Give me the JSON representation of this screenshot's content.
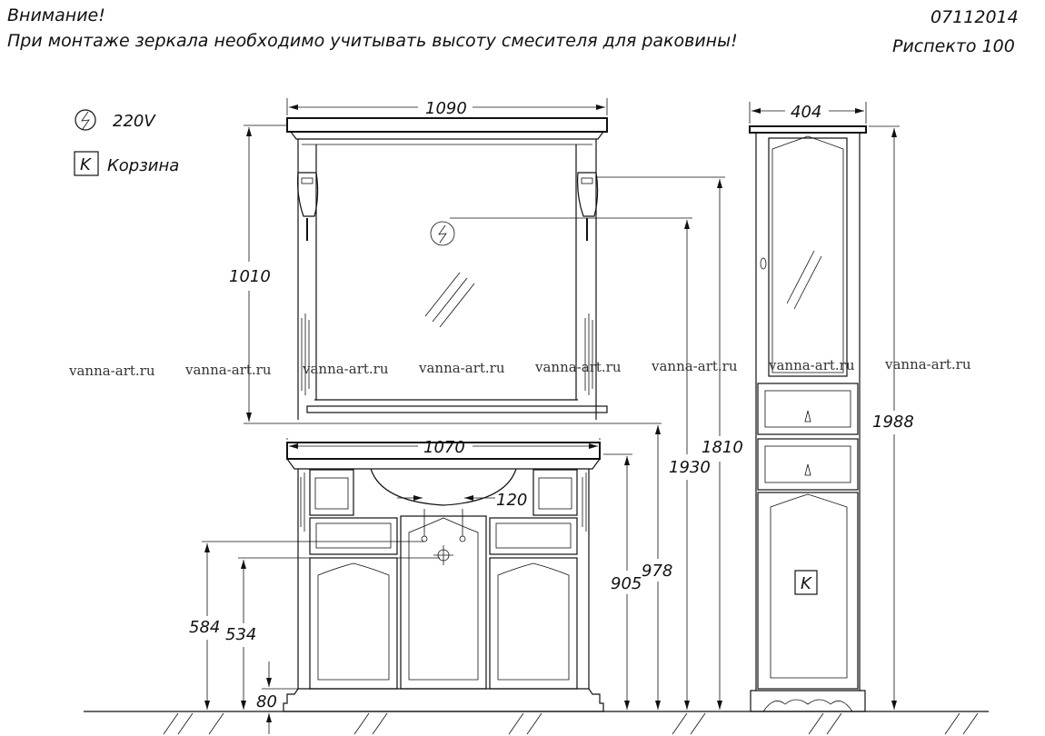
{
  "header": {
    "warning_title": "Внимание!",
    "warning_text": "При монтаже зеркала необходимо учитывать высоту смесителя для раковины!",
    "doc_code": "07112014",
    "model_name": "Риспекто   100"
  },
  "legend": {
    "power_label": "220V",
    "basket_symbol": "K",
    "basket_label": "Корзина"
  },
  "watermarks": [
    "vanna-art.ru",
    "vanna-art.ru",
    "vanna-art.ru",
    "vanna-art.ru",
    "vanna-art.ru",
    "vanna-art.ru",
    "vanna-art.ru",
    "vanna-art.ru"
  ],
  "dimensions": {
    "mirror_width": "1090",
    "mirror_height": "1010",
    "cabinet_width": "404",
    "cabinet_height": "1988",
    "vanity_width": "1070",
    "tap_spacing": "120",
    "height_1810": "1810",
    "height_1930": "1930",
    "height_978": "978",
    "height_905": "905",
    "height_584": "584",
    "height_534": "534",
    "plinth_80": "80"
  },
  "cabinet_symbol": "K",
  "icons": {
    "power": "power-outlet-icon",
    "basket": "basket-box-icon"
  }
}
